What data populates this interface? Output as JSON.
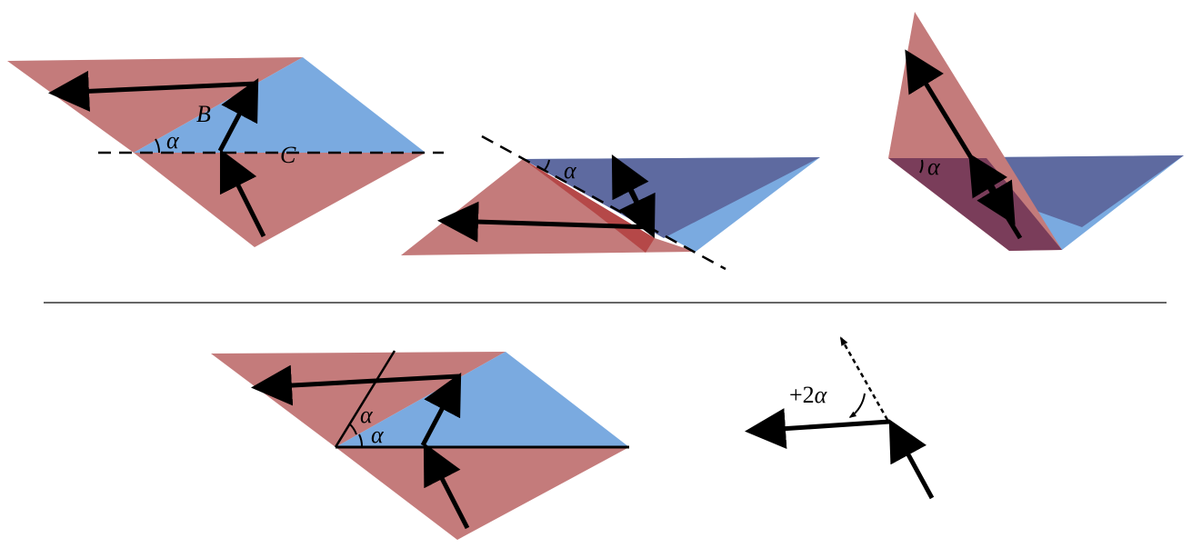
{
  "labels": {
    "alpha": "α",
    "B": "B",
    "C": "C",
    "rotation_prefix": "+2",
    "rotation_symbol": "α"
  },
  "colors": {
    "red_face": "#c47b7b",
    "blue_face": "#7aaae0",
    "dark_blue_face": "#5e6aa0",
    "dark_red_overlap": "#b54848",
    "purple_overlap": "#7a3d5a",
    "ink": "#000000",
    "separator": "#333333"
  }
}
